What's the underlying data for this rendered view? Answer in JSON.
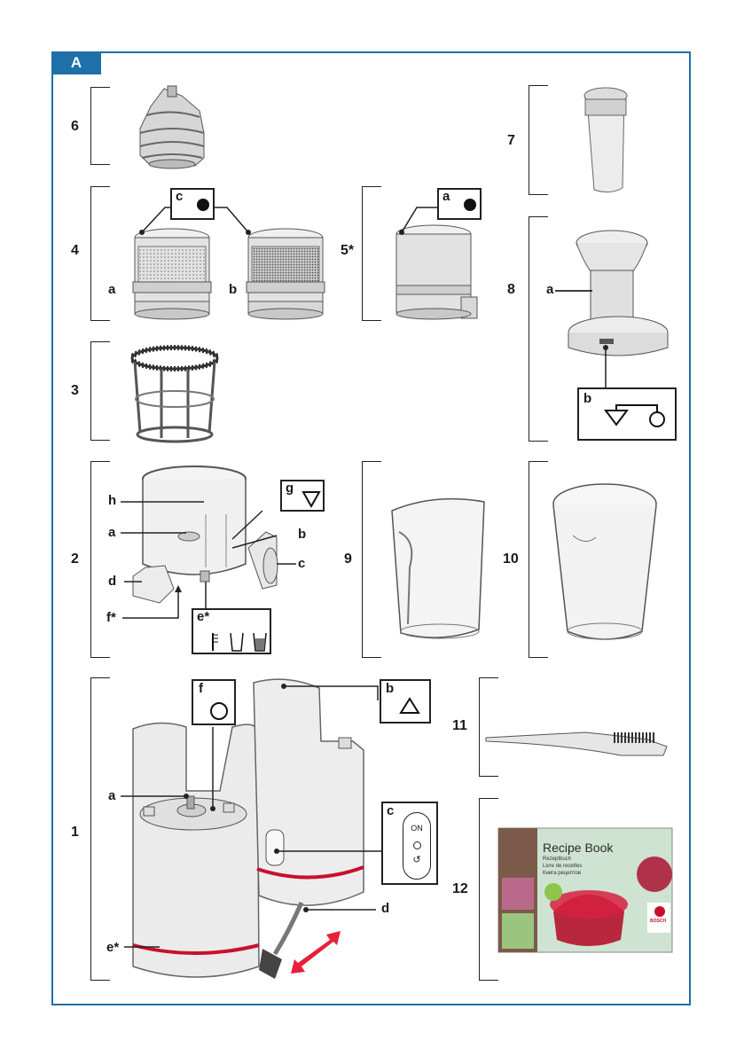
{
  "section_tab": "A",
  "numbers": {
    "n6": "6",
    "n7": "7",
    "n4": "4",
    "n5": "5*",
    "n8": "8",
    "n3": "3",
    "n2": "2",
    "n9": "9",
    "n10": "10",
    "n1": "1",
    "n11": "11",
    "n12": "12"
  },
  "labels": {
    "p4_c": "c",
    "p4_a": "a",
    "p4_b": "b",
    "p5_a": "a",
    "p8_a": "a",
    "p8_b": "b",
    "p2_g": "g",
    "p2_h": "h",
    "p2_a": "a",
    "p2_b": "b",
    "p2_c": "c",
    "p2_d": "d",
    "p2_f": "f*",
    "p2_e": "e*",
    "p1_f": "f",
    "p1_b": "b",
    "p1_a": "a",
    "p1_c": "c",
    "p1_d": "d",
    "p1_e": "e*"
  },
  "switch_panel": {
    "on": "ON"
  },
  "recipe_book": {
    "title": "Recipe Book",
    "subtitles": [
      "Rezeptbuch",
      "Livre de recettes",
      "Книга рецептов"
    ],
    "brand": "BOSCH"
  },
  "colors": {
    "frame": "#1f6fa8",
    "accent_red": "#c8102e",
    "text": "#1a1a1a"
  }
}
